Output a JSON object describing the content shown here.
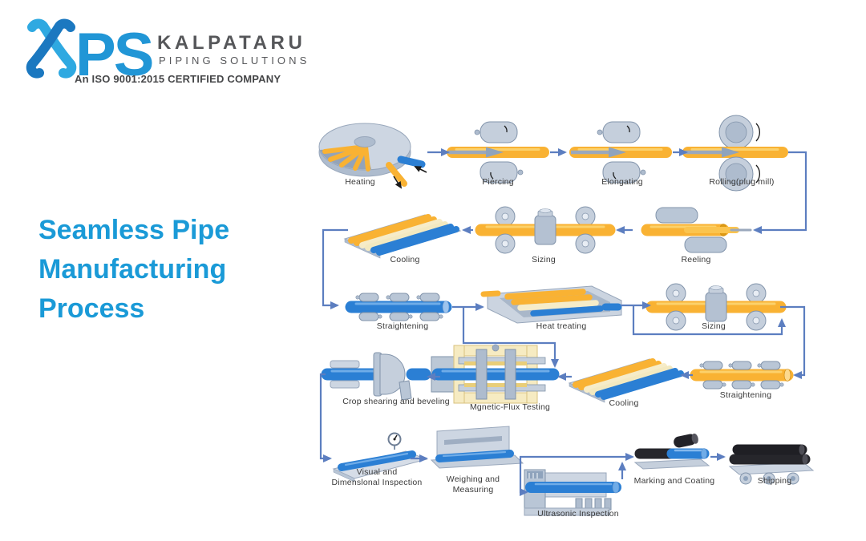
{
  "header": {
    "logo": {
      "monogram_ps": "PS",
      "company_name": "KALPATARU",
      "company_subtitle": "PIPING SOLUTIONS",
      "certification": "An ISO 9001:2015 CERTIFIED COMPANY"
    }
  },
  "title": {
    "text": "Seamless Pipe\nManufacturing\nProcess",
    "color": "#1A9AD7"
  },
  "diagram": {
    "stages": [
      {
        "id": "heating",
        "label": "Heating"
      },
      {
        "id": "piercing",
        "label": "Piercing"
      },
      {
        "id": "elongating",
        "label": "Elongating"
      },
      {
        "id": "rolling-plug-mill",
        "label": "Rolling(plug mill)"
      },
      {
        "id": "reeling",
        "label": "Reeling"
      },
      {
        "id": "sizing-1",
        "label": "Sizing"
      },
      {
        "id": "cooling-1",
        "label": "Cooling"
      },
      {
        "id": "straightening-1",
        "label": "Straightening"
      },
      {
        "id": "heat-treating",
        "label": "Heat treating"
      },
      {
        "id": "sizing-2",
        "label": "Sizing"
      },
      {
        "id": "straightening-2",
        "label": "Straightening"
      },
      {
        "id": "cooling-2",
        "label": "Cooling"
      },
      {
        "id": "magnetic-flux-testing",
        "label": "Mgnetic-Flux Testing"
      },
      {
        "id": "crop-shearing-beveling",
        "label": "Crop shearing and beveling"
      },
      {
        "id": "visual-dimensional-inspection",
        "label": "Visual and\nDimenslonal Inspection"
      },
      {
        "id": "weighing-measuring",
        "label": "Weighing and\nMeasuring"
      },
      {
        "id": "ultrasonic-inspection",
        "label": "Ultrasonic Inspection"
      },
      {
        "id": "marking-coating",
        "label": "Marking and Coating"
      },
      {
        "id": "shipping",
        "label": "Shipping"
      }
    ],
    "colors": {
      "arrow": "#5C7EC0",
      "pipe_yellow": "#F9B233",
      "pipe_cream": "#F6ECC8",
      "pipe_blue": "#2B7FD4",
      "pipe_black": "#26262B",
      "steel_light": "#C5CFDC",
      "steel_dark": "#8FA3BC",
      "label_text": "#3A3A3A"
    }
  },
  "brand_colors": {
    "logo_blue_light": "#2FA9E1",
    "logo_blue_dark": "#1B78C0",
    "logo_monogram_blue": "#2196D6",
    "company_text_gray": "#56575A",
    "title_blue": "#1A9AD7"
  }
}
